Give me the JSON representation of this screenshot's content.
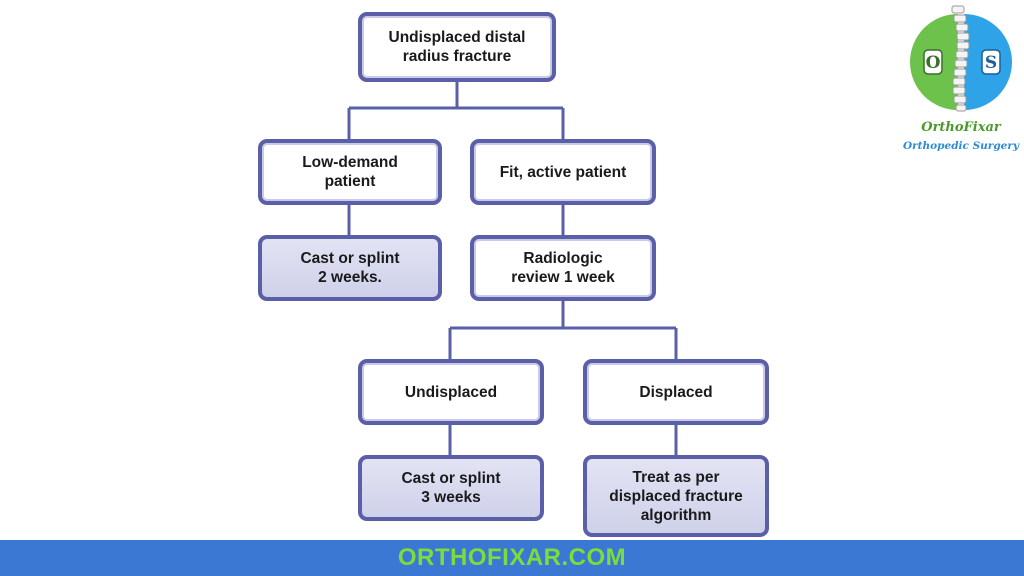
{
  "flowchart": {
    "root": "Undisplaced distal\nradius fracture",
    "low_demand": "Low-demand\npatient",
    "fit_active": "Fit, active patient",
    "cast_2w": "Cast or splint\n2 weeks.",
    "radiologic_review": "Radiologic\nreview 1 week",
    "undisplaced": "Undisplaced",
    "displaced": "Displaced",
    "cast_3w": "Cast or splint\n3 weeks",
    "treat_displaced": "Treat as per\ndisplaced fracture\nalgorithm"
  },
  "logo": {
    "letters": [
      "O",
      "S"
    ],
    "name": "OrthoFixar",
    "subtitle": "Orthopedic Surgery",
    "colors": {
      "left": "#6cc24a",
      "right": "#2ea3e8"
    }
  },
  "footer": {
    "text": "ORTHOFIXAR.COM"
  },
  "colors": {
    "border": "#5a5fa8",
    "footer_bg": "#3a78d4",
    "footer_text": "#7bdc3a"
  }
}
